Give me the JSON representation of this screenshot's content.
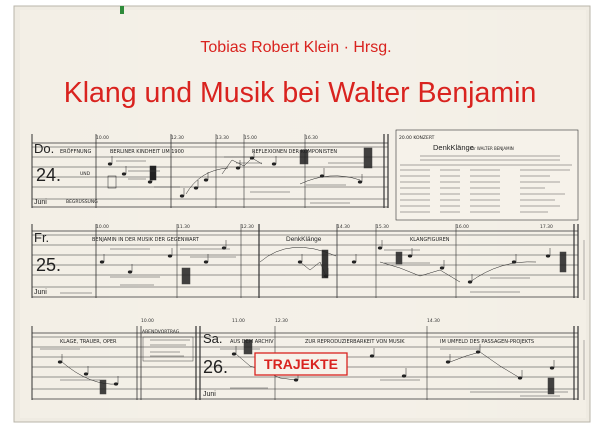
{
  "cover": {
    "editor_line": "Tobias Robert Klein · Hrsg.",
    "title": "Klang und Musik bei Walter Benjamin",
    "publisher_badge": "TRAJEKTE",
    "colors": {
      "paper": "#f3efe6",
      "ink": "#2a2a2a",
      "accent_red": "#d9231f"
    }
  },
  "schedule": {
    "row1": {
      "day": "Do.",
      "date": "24.",
      "month": "Juni",
      "times": [
        "10.00",
        "12.30",
        "13.30",
        "15.00",
        "16.30"
      ],
      "sections": [
        "ERÖFFNUNG",
        "BERLINER KINDHEIT UM 1900",
        "REFLEXIONEN DER KOMPONISTEN"
      ],
      "sub_labels": [
        "UND",
        "BEGRÜSSUNG"
      ]
    },
    "concert": {
      "heading": "20.00 KONZERT",
      "title": "DenkKlänge",
      "subtitle": "für WALTER BENJAMIN"
    },
    "row2": {
      "day": "Fr.",
      "date": "25.",
      "month": "Juni",
      "times": [
        "10.00",
        "11.30",
        "12.30",
        "14.30",
        "15.30",
        "16.00",
        "17.30"
      ],
      "sections": [
        "BENJAMIN IN DER MUSIK DER GEGENWART",
        "DenkKlänge",
        "KLANGFIGUREN"
      ]
    },
    "row3": {
      "day": "Sa.",
      "date": "26.",
      "month": "Juni",
      "times": [
        "10.00",
        "11.00",
        "12.30",
        "14.30"
      ],
      "sections": [
        "KLAGE, TRAUER, OPER",
        "ABENDVORTRAG",
        "AUS DEM ARCHIV",
        "ZUR REPRODUZIERBARKEIT VON MUSIK",
        "IM UMFELD DES PASSAGEN-PROJEKTS"
      ]
    }
  }
}
